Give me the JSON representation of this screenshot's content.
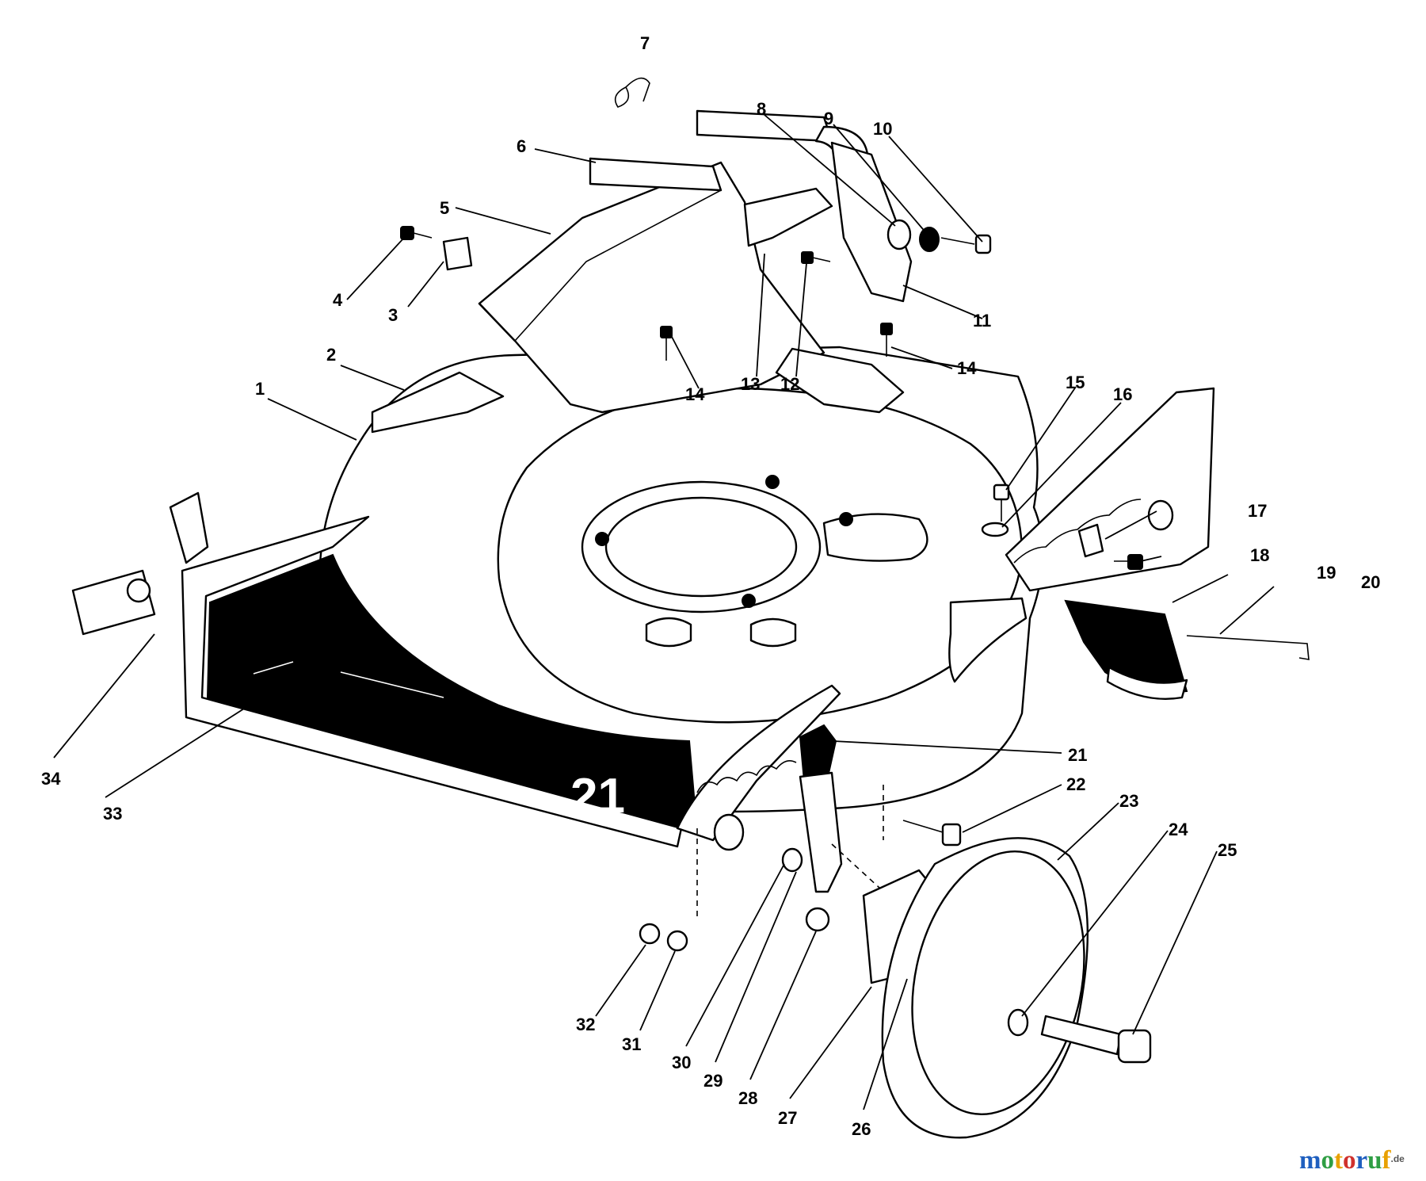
{
  "diagram": {
    "deck_number": "21",
    "callouts": [
      "1",
      "2",
      "3",
      "4",
      "5",
      "6",
      "7",
      "8",
      "9",
      "10",
      "11",
      "12",
      "13",
      "14",
      "14",
      "15",
      "16",
      "17",
      "18",
      "19",
      "20",
      "21",
      "22",
      "23",
      "24",
      "25",
      "26",
      "27",
      "28",
      "29",
      "30",
      "31",
      "32",
      "33",
      "34"
    ]
  },
  "watermark": {
    "letters": [
      "m",
      "o",
      "t",
      "o",
      "r",
      "u",
      "f"
    ],
    "letter_colors": [
      "#1f5fbf",
      "#2f9e44",
      "#e8a100",
      "#d0312d",
      "#1f5fbf",
      "#2f9e44",
      "#e8a100"
    ],
    "suffix": ".de"
  }
}
